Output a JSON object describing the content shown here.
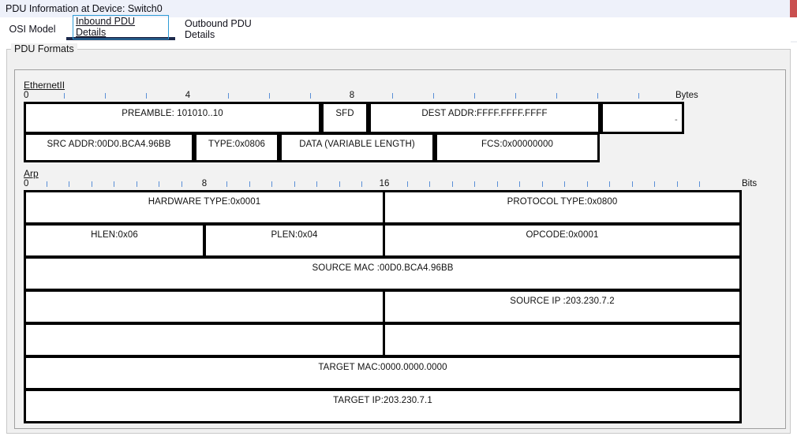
{
  "window": {
    "title": "PDU Information at Device: Switch0",
    "close_marker_color": "#c94f4f"
  },
  "tabs": [
    {
      "label": "OSI Model",
      "selected": false
    },
    {
      "label": "Inbound PDU Details",
      "selected": true
    },
    {
      "label": "Outbound PDU Details",
      "selected": false
    }
  ],
  "groupbox": {
    "legend": "PDU Formats"
  },
  "sections": [
    {
      "name": "EthernetII",
      "ruler": {
        "unit": "Bytes",
        "labels": [
          "0",
          "4",
          "8"
        ]
      },
      "rows": [
        {
          "cells": [
            {
              "label": "PREAMBLE: 101010..10"
            },
            {
              "label": "SFD"
            },
            {
              "label": "DEST ADDR:FFFF.FFFF.FFFF"
            },
            {
              "label": ""
            }
          ]
        },
        {
          "cells": [
            {
              "label": "SRC ADDR:00D0.BCA4.96BB"
            },
            {
              "label": "TYPE:0x0806"
            },
            {
              "label": "DATA (VARIABLE LENGTH)"
            },
            {
              "label": "FCS:0x00000000"
            }
          ]
        }
      ]
    },
    {
      "name": "Arp",
      "ruler": {
        "unit": "Bits",
        "labels": [
          "0",
          "8",
          "16"
        ]
      },
      "rows": [
        {
          "cells": [
            {
              "label": "HARDWARE TYPE:0x0001"
            },
            {
              "label": "PROTOCOL TYPE:0x0800"
            }
          ]
        },
        {
          "cells": [
            {
              "label": "HLEN:0x06"
            },
            {
              "label": "PLEN:0x04"
            },
            {
              "label": "OPCODE:0x0001"
            }
          ]
        },
        {
          "cells": [
            {
              "label": "SOURCE MAC :00D0.BCA4.96BB"
            }
          ]
        },
        {
          "cells": [
            {
              "label": ""
            },
            {
              "label": "SOURCE IP :203.230.7.2"
            }
          ]
        },
        {
          "cells": [
            {
              "label": ""
            },
            {
              "label": ""
            }
          ]
        },
        {
          "cells": [
            {
              "label": "TARGET MAC:0000.0000.0000"
            }
          ]
        },
        {
          "cells": [
            {
              "label": "TARGET IP:203.230.7.1"
            }
          ]
        }
      ]
    }
  ]
}
